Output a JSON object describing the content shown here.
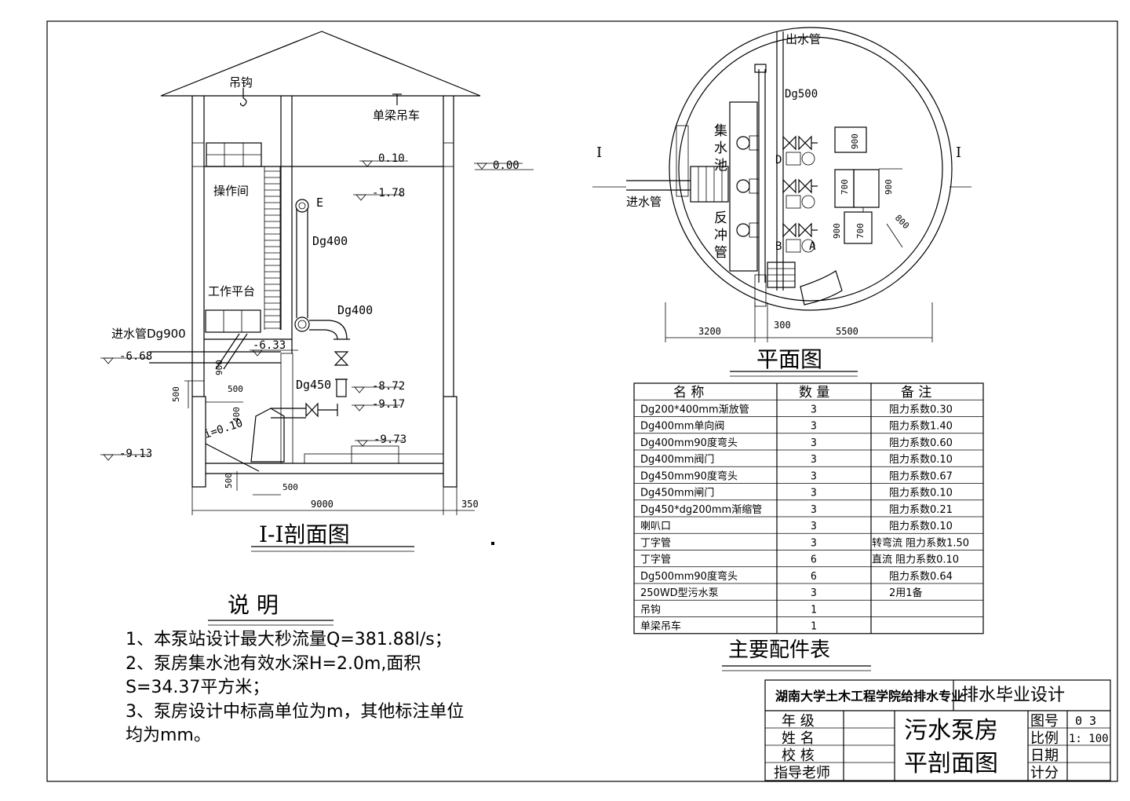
{
  "section": {
    "title": "I-I剖面图",
    "labels": {
      "hook": "吊钩",
      "crane": "单梁吊车",
      "control_room": "操作间",
      "work_platform": "工作平台",
      "inlet_pipe": "进水管Dg900",
      "pipe_dg400_a": "Dg400",
      "pipe_dg400_b": "Dg400",
      "pipe_dg450": "Dg450",
      "point_e": "E",
      "slope": "i=0.10"
    },
    "elevations": [
      "0.10",
      "0.00",
      "-1.78",
      "-6.33",
      "-6.68",
      "-8.72",
      "-9.17",
      "-9.73",
      "-9.13"
    ],
    "dimensions": [
      "500",
      "500",
      "500",
      "900",
      "400",
      "500",
      "9000",
      "350"
    ]
  },
  "plan": {
    "title": "平面图",
    "labels": {
      "outlet_pipe": "出水管",
      "outlet_dg": "Dg500",
      "inlet_pipe": "进水管",
      "sump_1": "集",
      "sump_2": "水",
      "sump_3": "池",
      "backflush_1": "反",
      "backflush_2": "冲",
      "backflush_3": "管",
      "section_mark_l": "I",
      "section_mark_r": "I",
      "pump_a": "A",
      "pump_b": "B",
      "pump_d": "D"
    },
    "dims": [
      "900",
      "700",
      "900",
      "700",
      "900",
      "800"
    ],
    "bottom_dims": [
      "3200",
      "300",
      "5500"
    ]
  },
  "parts_table": {
    "title": "主要配件表",
    "headers": [
      "名  称",
      "数  量",
      "备  注"
    ],
    "rows": [
      [
        "Dg200*400mm渐放管",
        "3",
        "阻力系数0.30"
      ],
      [
        "Dg400mm单向阀",
        "3",
        "阻力系数1.40"
      ],
      [
        "Dg400mm90度弯头",
        "3",
        "阻力系数0.60"
      ],
      [
        "Dg400mm阀门",
        "3",
        "阻力系数0.10"
      ],
      [
        "Dg450mm90度弯头",
        "3",
        "阻力系数0.67"
      ],
      [
        "Dg450mm闸门",
        "3",
        "阻力系数0.10"
      ],
      [
        "Dg450*dg200mm渐缩管",
        "3",
        "阻力系数0.21"
      ],
      [
        "喇叭口",
        "3",
        "阻力系数0.10"
      ],
      [
        "丁字管",
        "3",
        "转弯流 阻力系数1.50"
      ],
      [
        "丁字管",
        "6",
        "直流  阻力系数0.10"
      ],
      [
        "Dg500mm90度弯头",
        "6",
        "阻力系数0.64"
      ],
      [
        "250WD型污水泵",
        "3",
        "2用1备"
      ],
      [
        "吊钩",
        "1",
        ""
      ],
      [
        "单梁吊车",
        "1",
        ""
      ]
    ]
  },
  "notes": {
    "title": "说    明",
    "lines": [
      "1、本泵站设计最大秒流量Q=381.88l/s；",
      "2、泵房集水池有效水深H=2.0m,面积",
      "S=34.37平方米；",
      "3、泵房设计中标高单位为m，其他标注单位",
      "均为mm。"
    ]
  },
  "title_block": {
    "school": "湖南大学土木工程学院给排水专业",
    "project": "排水毕业设计",
    "rows_left": [
      "年 级",
      "姓 名",
      "校 核",
      "指导老师"
    ],
    "drawing_name_1": "污水泵房",
    "drawing_name_2": "平剖面图",
    "fields": [
      "图号",
      "比例",
      "日期",
      "计分"
    ],
    "values": [
      "0 3",
      "1: 100",
      "",
      ""
    ]
  }
}
